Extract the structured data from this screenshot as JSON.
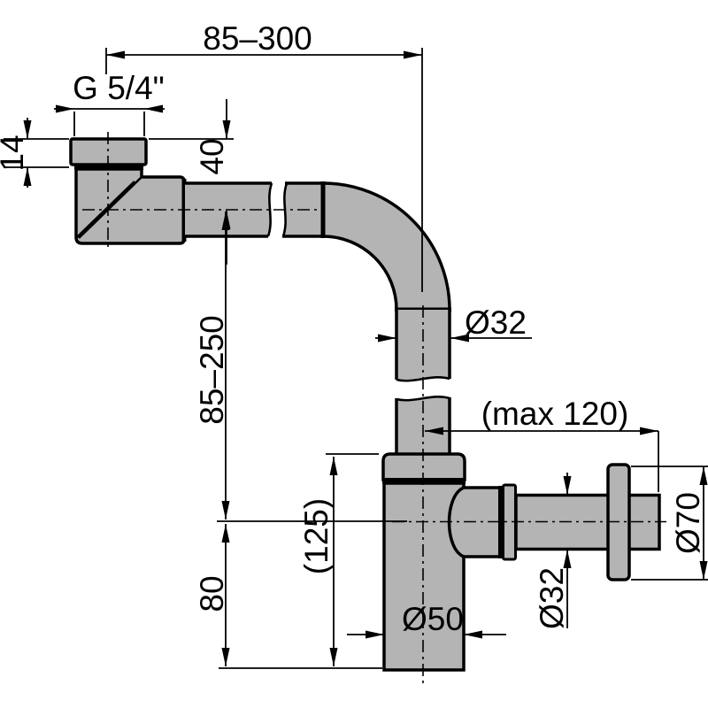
{
  "drawing": {
    "subject": "bottle-trap siphon with flexible pipe, side-view dimension drawing",
    "colors": {
      "part_fill": "#b4b4b4",
      "line": "#000000",
      "background": "#ffffff"
    }
  },
  "labels": {
    "span_top": "85–300",
    "thread": "G 5/4\"",
    "nut_height": "14",
    "offset_40": "40",
    "span_vertical": "85–250",
    "height_80": "80",
    "height_125": "(125)",
    "max_120": "(max 120)",
    "dia_32_mid": "Ø32",
    "dia_32_outlet": "Ø32",
    "dia_50": "Ø50",
    "dia_70": "Ø70"
  }
}
